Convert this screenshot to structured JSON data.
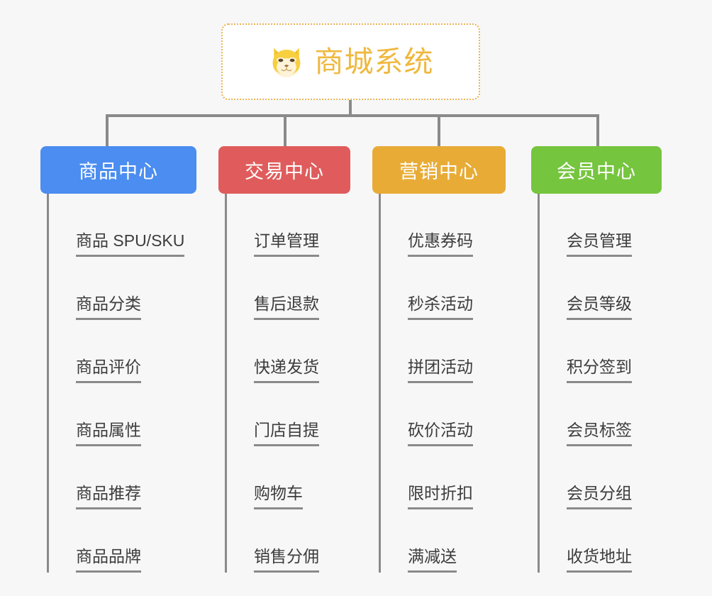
{
  "root": {
    "title": "商城系统",
    "icon": "shiba-inu-dog-face-emoji",
    "border_color": "#eab354",
    "text_color": "#efb83f"
  },
  "connector_color": "#8a8a8a",
  "background_color": "#f7f7f7",
  "columns": [
    {
      "id": "product-center",
      "title": "商品中心",
      "color": "#4b8df0",
      "items": [
        "商品 SPU/SKU",
        "商品分类",
        "商品评价",
        "商品属性",
        "商品推荐",
        "商品品牌"
      ]
    },
    {
      "id": "trade-center",
      "title": "交易中心",
      "color": "#e05c5c",
      "items": [
        "订单管理",
        "售后退款",
        "快递发货",
        "门店自提",
        "购物车",
        "销售分佣"
      ]
    },
    {
      "id": "marketing-center",
      "title": "营销中心",
      "color": "#e8ac36",
      "items": [
        "优惠券码",
        "秒杀活动",
        "拼团活动",
        "砍价活动",
        "限时折扣",
        "满减送"
      ]
    },
    {
      "id": "member-center",
      "title": "会员中心",
      "color": "#76c53f",
      "items": [
        "会员管理",
        "会员等级",
        "积分签到",
        "会员标签",
        "会员分组",
        "收货地址"
      ]
    }
  ]
}
